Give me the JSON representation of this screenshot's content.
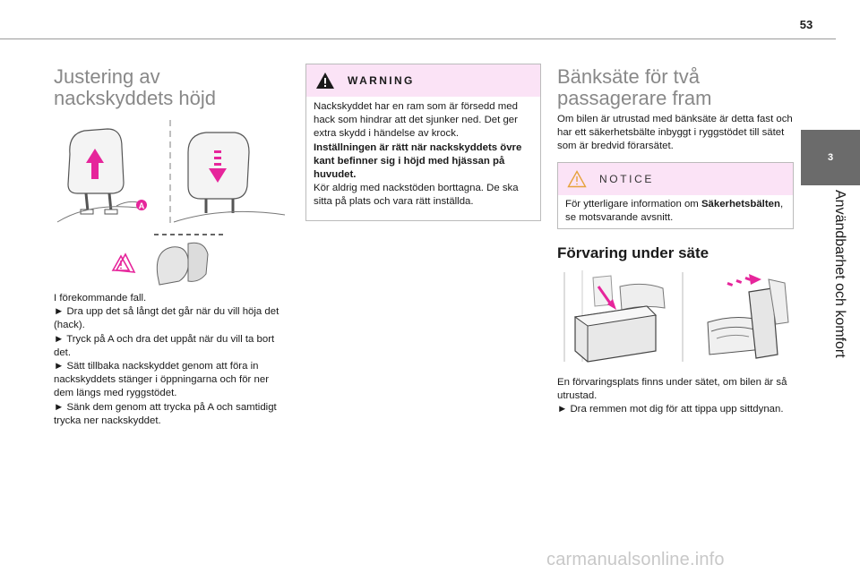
{
  "page_number": "53",
  "side_tab": {
    "number": "3",
    "label": "Användbarhet och komfort"
  },
  "col1": {
    "title_line1": "Justering av",
    "title_line2": "nackskyddets höjd",
    "callout_letter": "A",
    "lines": [
      "I förekommande fall.",
      "► Dra upp det så långt det går när du vill höja det (hack).",
      "► Tryck på A och dra det uppåt när du vill ta bort det.",
      "► Sätt tillbaka nackskyddet genom att föra in nackskyddets stänger i öppningarna och för ner dem längs med ryggstödet.",
      "► Sänk dem genom att trycka på A och samtidigt trycka ner nackskyddet."
    ]
  },
  "warning": {
    "title": "WARNING",
    "text1": "Nackskyddet har en ram som är försedd med hack som hindrar att det sjunker ned. Det ger extra skydd i händelse av krock.",
    "text_bold": "Inställningen är rätt när nackskyddets övre kant befinner sig i höjd med hjässan på huvudet.",
    "text2": "Kör aldrig med nackstöden borttagna. De ska sitta på plats och vara rätt inställda."
  },
  "col3": {
    "title_line1": "Bänksäte för två",
    "title_line2": "passagerare fram",
    "intro": "Om bilen är utrustad med bänksäte är detta fast och har ett säkerhetsbälte inbyggt i ryggstödet till sätet som är bredvid förarsätet.",
    "notice_title": "NOTICE",
    "notice_text_prefix": "För ytterligare information om ",
    "notice_text_bold": "Säkerhetsbälten",
    "notice_text_suffix": ", se motsvarande avsnitt.",
    "storage_heading": "Förvaring under säte",
    "storage_line1": "En förvaringsplats finns under sätet, om bilen är så utrustad.",
    "storage_line2": "► Dra remmen mot dig för att tippa upp sittdynan."
  },
  "watermark": "carmanualsonline.info",
  "colors": {
    "accent_pink": "#e6259b",
    "callout_bg": "#fbe3f6",
    "tab_gray": "#6b6b6b"
  }
}
